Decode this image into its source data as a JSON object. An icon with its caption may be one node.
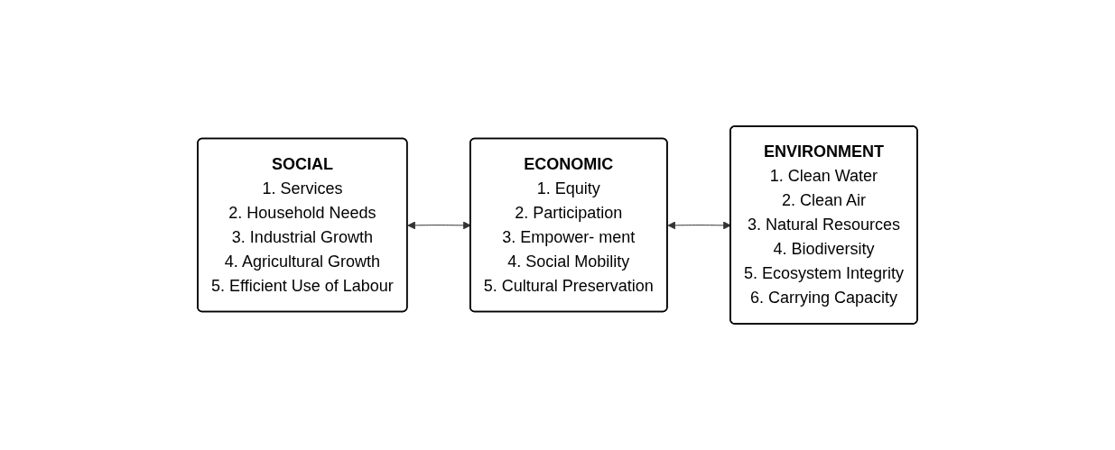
{
  "diagram": {
    "nodes": [
      {
        "text": [
          "SOCIAL",
          "1. Services",
          "2. Household Needs",
          "3. Industrial Growth",
          "4. Agricultural Growth",
          "5. Efficient Use of Labour"
        ]
      },
      {
        "text": [
          "ECONOMIC",
          "1. Equity",
          "2. Participation",
          "3. Empower- ment",
          "4. Social Mobility",
          "5. Cultural Preservation"
        ]
      },
      {
        "text": [
          "ENVIRONMENT",
          "1. Clean Water",
          "2. Clean Air",
          "3. Natural Resources",
          "4. Biodiversity",
          "5. Ecosystem Integrity",
          "6. Carrying Capacity"
        ]
      }
    ],
    "edges": [
      {
        "from": 0,
        "to": 1,
        "arrow": "both"
      },
      {
        "from": 1,
        "to": 2,
        "arrow": "both"
      }
    ]
  }
}
